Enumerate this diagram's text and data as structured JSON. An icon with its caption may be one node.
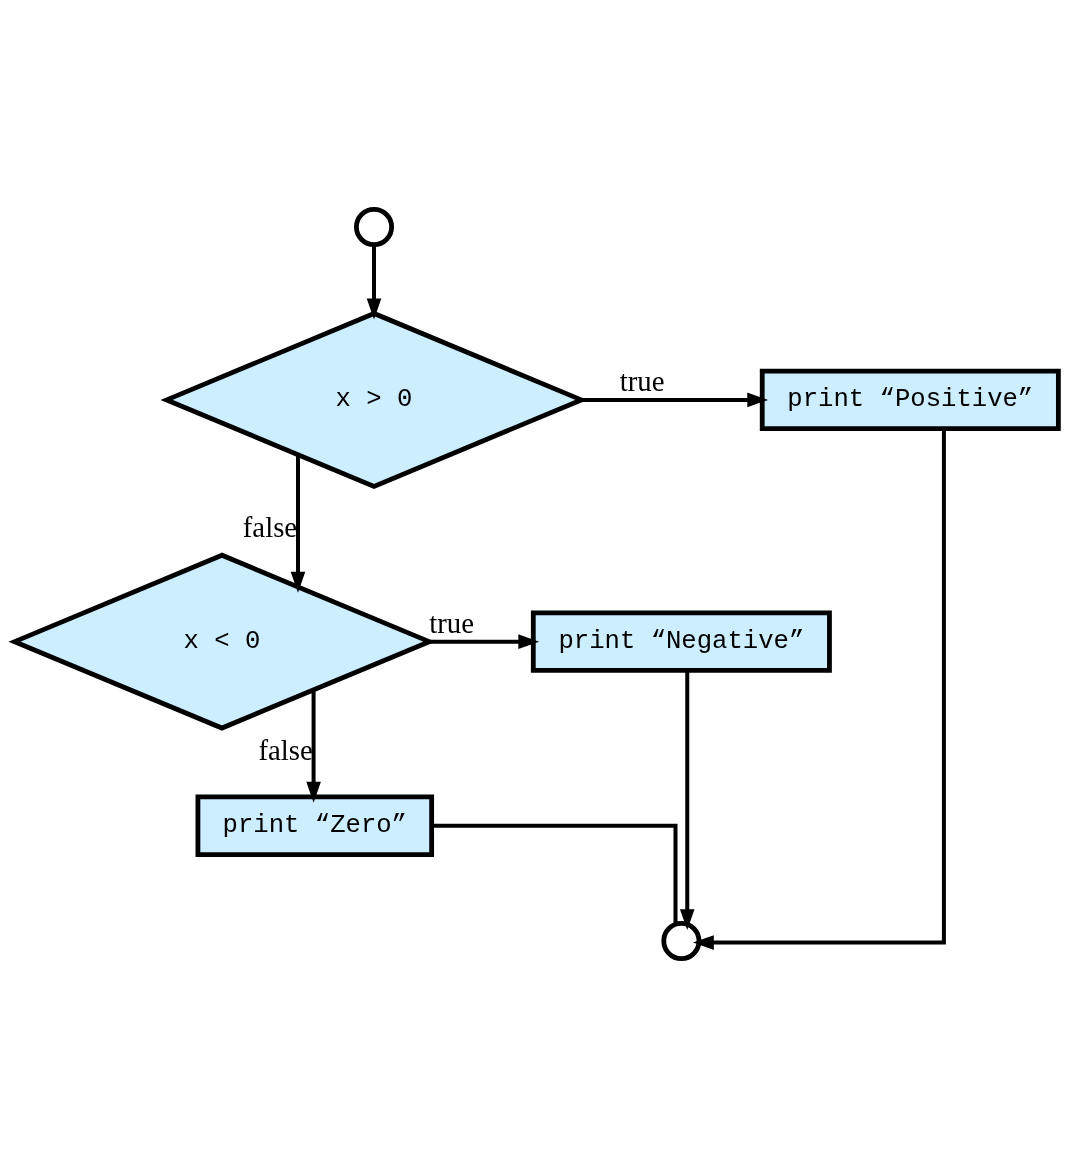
{
  "diagram": {
    "nodes": [
      {
        "text": [],
        "shape": "circle"
      },
      {
        "text": [
          "x > 0"
        ]
      },
      {
        "text": [
          "print “Positive”"
        ]
      },
      {
        "text": [
          "x < 0"
        ]
      },
      {
        "text": [
          "print “Negative”"
        ]
      },
      {
        "text": [
          "print “Zero”"
        ]
      },
      {
        "text": [],
        "shape": "circle"
      }
    ],
    "edges": [
      {
        "from": 0,
        "to": 1,
        "arrow": "to"
      },
      {
        "from": 1,
        "to": 2,
        "arrow": "to",
        "label": "true"
      },
      {
        "from": 1,
        "to": 3,
        "arrow": "to",
        "label": "false"
      },
      {
        "from": 3,
        "to": 4,
        "arrow": "to",
        "label": "true"
      },
      {
        "from": 3,
        "to": 5,
        "arrow": "to",
        "label": "false"
      },
      {
        "from": 2,
        "to": 6,
        "arrow": "to"
      },
      {
        "from": 4,
        "to": 6,
        "arrow": "to"
      },
      {
        "from": 5,
        "to": 6,
        "arrow": "none"
      }
    ]
  }
}
